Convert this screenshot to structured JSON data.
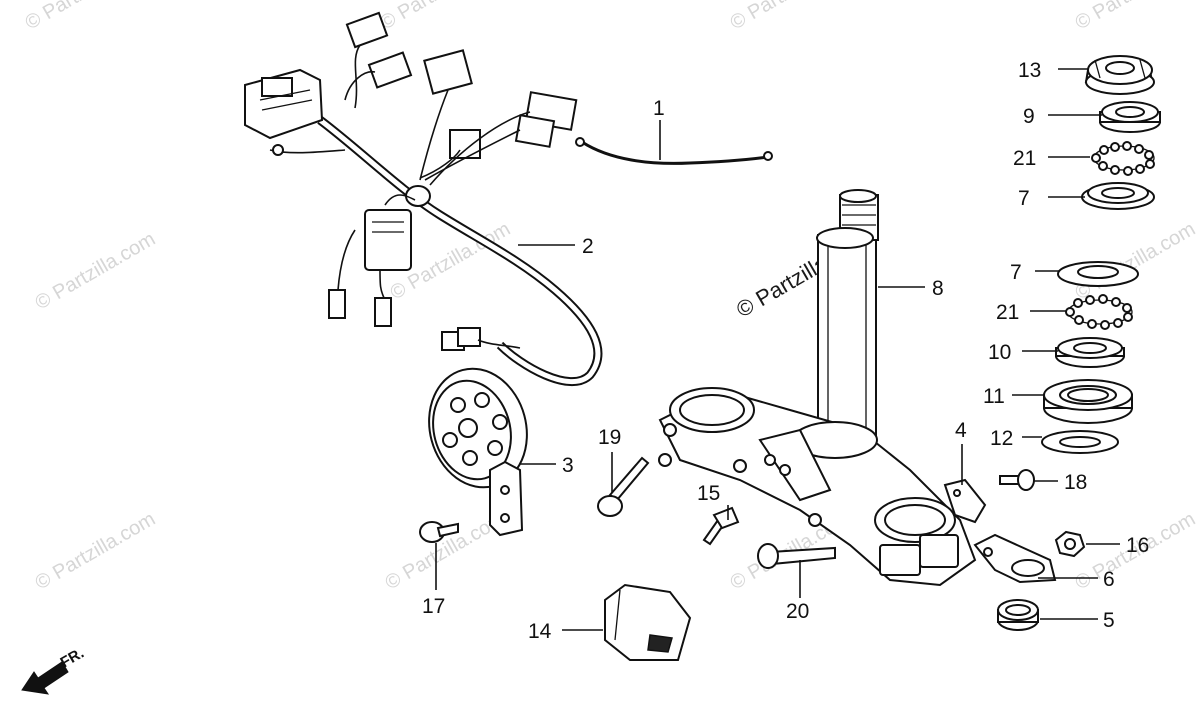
{
  "watermark": {
    "text": "© Partzilla.com",
    "prominent_text": "© Partzilla.com"
  },
  "direction_label": "FR.",
  "callouts": {
    "c1": "1",
    "c2": "2",
    "c3": "3",
    "c4": "4",
    "c5": "5",
    "c6": "6",
    "c7a": "7",
    "c7b": "7",
    "c8": "8",
    "c9": "9",
    "c10": "10",
    "c11": "11",
    "c12": "12",
    "c13": "13",
    "c14": "14",
    "c15": "15",
    "c16": "16",
    "c17": "17",
    "c18": "18",
    "c19": "19",
    "c20": "20",
    "c21a": "21",
    "c21b": "21"
  }
}
